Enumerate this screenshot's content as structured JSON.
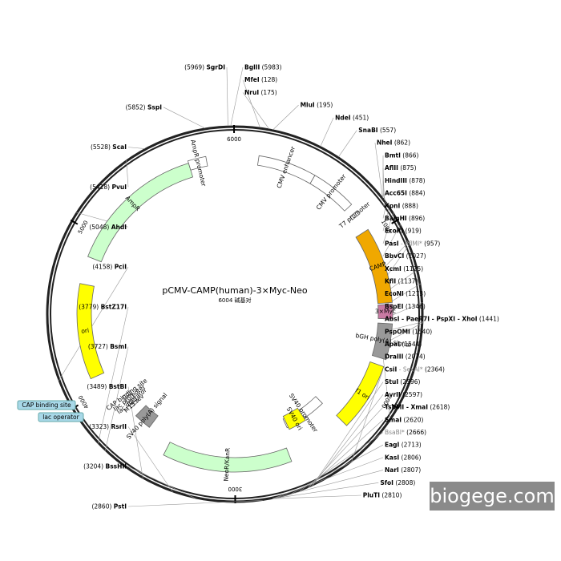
{
  "plasmid": {
    "name": "pCMV-CAMP(human)-3×Myc-Neo",
    "size_label": "6004 碱基对",
    "length": 6004
  },
  "ticks": [
    "1000",
    "2000",
    "3000",
    "4000",
    "5000",
    "6000"
  ],
  "features": [
    {
      "name": "CMV enhancer",
      "start": 145,
      "end": 500,
      "color": "#ffffff"
    },
    {
      "name": "CMV promoter",
      "start": 500,
      "end": 780,
      "color": "#ffffff"
    },
    {
      "name": "T7 promoter",
      "start": 830,
      "end": 855,
      "color": "#ffffff"
    },
    {
      "name": "CAMP",
      "start": 960,
      "end": 1430,
      "color": "#f0a800"
    },
    {
      "name": "3×Myc",
      "start": 1440,
      "end": 1530,
      "color": "#c97aa3"
    },
    {
      "name": "bGH poly(A) signal",
      "start": 1560,
      "end": 1780,
      "color": "#999999"
    },
    {
      "name": "f1 ori",
      "start": 1825,
      "end": 2250,
      "color": "#ffff00"
    },
    {
      "name": "SV40 promoter",
      "start": 2260,
      "end": 2590,
      "color": "#ffffff"
    },
    {
      "name": "SV40 ori",
      "start": 2440,
      "end": 2580,
      "color": "#ffff00"
    },
    {
      "name": "NeoR/KanR",
      "start": 2650,
      "end": 3450,
      "color": "#ccffcc"
    },
    {
      "name": "SV40 poly(A) signal",
      "start": 3620,
      "end": 3740,
      "color": "#999999"
    },
    {
      "name": "lac operator",
      "start": 3820,
      "end": 3842,
      "color": "#ffffff"
    },
    {
      "name": "lac promoter",
      "start": 3845,
      "end": 3875,
      "color": "#ffffff"
    },
    {
      "name": "M13 rev",
      "start": 3800,
      "end": 3817,
      "color": "#ffffff"
    },
    {
      "name": "CAP binding site",
      "start": 3880,
      "end": 3900,
      "color": "#ffffff"
    },
    {
      "name": "ori",
      "start": 4100,
      "end": 4690,
      "color": "#ffff00"
    },
    {
      "name": "AmpR",
      "start": 4860,
      "end": 5720,
      "color": "#ccffcc"
    },
    {
      "name": "AmpR promoter",
      "start": 5720,
      "end": 5830,
      "color": "#ffffff"
    }
  ],
  "sites": [
    {
      "name": "BglII",
      "pos": "(5983)",
      "bp": 5983,
      "side": "R"
    },
    {
      "name": "MfeI",
      "pos": "(128)",
      "bp": 128,
      "side": "R"
    },
    {
      "name": "NruI",
      "pos": "(175)",
      "bp": 175,
      "side": "R"
    },
    {
      "name": "MluI",
      "pos": "(195)",
      "bp": 195,
      "side": "R"
    },
    {
      "name": "NdeI",
      "pos": "(451)",
      "bp": 451,
      "side": "R"
    },
    {
      "name": "SnaBI",
      "pos": "(557)",
      "bp": 557,
      "side": "R"
    },
    {
      "name": "NheI",
      "pos": "(862)",
      "bp": 862,
      "side": "R"
    },
    {
      "name": "BmtI",
      "pos": "(866)",
      "bp": 866,
      "side": "R"
    },
    {
      "name": "AflII",
      "pos": "(875)",
      "bp": 875,
      "side": "R"
    },
    {
      "name": "HindIII",
      "pos": "(878)",
      "bp": 878,
      "side": "R"
    },
    {
      "name": "Acc65I",
      "pos": "(884)",
      "bp": 884,
      "side": "R"
    },
    {
      "name": "KpnI",
      "pos": "(888)",
      "bp": 888,
      "side": "R"
    },
    {
      "name": "BamHI",
      "pos": "(896)",
      "bp": 896,
      "side": "R"
    },
    {
      "name": "EcoRI",
      "pos": "(919)",
      "bp": 919,
      "side": "R"
    },
    {
      "name": "PasI",
      "extra": " - PflMI*",
      "pos": "(957)",
      "bp": 957,
      "side": "R"
    },
    {
      "name": "BbvCI",
      "pos": "(1027)",
      "bp": 1027,
      "side": "R"
    },
    {
      "name": "XcmI",
      "pos": "(1125)",
      "bp": 1125,
      "side": "R"
    },
    {
      "name": "KflI",
      "pos": "(1137)",
      "bp": 1137,
      "side": "R"
    },
    {
      "name": "EcoNI",
      "pos": "(1273)",
      "bp": 1273,
      "side": "R"
    },
    {
      "name": "BspEI",
      "pos": "(1346)",
      "bp": 1346,
      "side": "R"
    },
    {
      "name": "AbsI - PaeR7I - PspXI - XhoI",
      "pos": "(1441)",
      "bp": 1441,
      "side": "R"
    },
    {
      "name": "PspOMI",
      "pos": "(1540)",
      "bp": 1540,
      "side": "R"
    },
    {
      "name": "ApaI",
      "pos": "(1544)",
      "bp": 1544,
      "side": "R"
    },
    {
      "name": "DraIII",
      "pos": "(2074)",
      "bp": 2074,
      "side": "R"
    },
    {
      "name": "CsiI",
      "extra": " - SexAI*",
      "pos": "(2364)",
      "bp": 2364,
      "side": "R"
    },
    {
      "name": "StuI",
      "pos": "(2596)",
      "bp": 2596,
      "side": "R"
    },
    {
      "name": "AvrII",
      "pos": "(2597)",
      "bp": 2597,
      "side": "R"
    },
    {
      "name": "TspMI - XmaI",
      "pos": "(2618)",
      "bp": 2618,
      "side": "R"
    },
    {
      "name": "SmaI",
      "pos": "(2620)",
      "bp": 2620,
      "side": "R"
    },
    {
      "name": "",
      "extra": "BsaBI*",
      "pos": "(2666)",
      "bp": 2666,
      "side": "R"
    },
    {
      "name": "EagI",
      "pos": "(2713)",
      "bp": 2713,
      "side": "R"
    },
    {
      "name": "KasI",
      "pos": "(2806)",
      "bp": 2806,
      "side": "R"
    },
    {
      "name": "NarI",
      "pos": "(2807)",
      "bp": 2807,
      "side": "R"
    },
    {
      "name": "SfoI",
      "pos": "(2808)",
      "bp": 2808,
      "side": "R"
    },
    {
      "name": "PluTI",
      "pos": "(2810)",
      "bp": 2810,
      "side": "R"
    },
    {
      "name": "PstI",
      "pos": "(2860)",
      "bp": 2860,
      "side": "L"
    },
    {
      "name": "BssHII",
      "pos": "(3204)",
      "bp": 3204,
      "side": "L"
    },
    {
      "name": "RsrII",
      "pos": "(3323)",
      "bp": 3323,
      "side": "L"
    },
    {
      "name": "BstBI",
      "pos": "(3489)",
      "bp": 3489,
      "side": "L"
    },
    {
      "name": "BsmI",
      "pos": "(3727)",
      "bp": 3727,
      "side": "L"
    },
    {
      "name": "BstZ17I",
      "pos": "(3779)",
      "bp": 3779,
      "side": "L"
    },
    {
      "name": "PciI",
      "pos": "(4158)",
      "bp": 4158,
      "side": "L"
    },
    {
      "name": "AhdI",
      "pos": "(5048)",
      "bp": 5048,
      "side": "L"
    },
    {
      "name": "PvuI",
      "pos": "(5418)",
      "bp": 5418,
      "side": "L"
    },
    {
      "name": "ScaI",
      "pos": "(5528)",
      "bp": 5528,
      "side": "L"
    },
    {
      "name": "SspI",
      "pos": "(5852)",
      "bp": 5852,
      "side": "L"
    },
    {
      "name": "SgrDI",
      "pos": "(5969)",
      "bp": 5969,
      "side": "L"
    }
  ],
  "callouts": [
    {
      "text": "CAP binding site",
      "color": "#a8d8e8"
    },
    {
      "text": "lac operator",
      "color": "#a8d8e8"
    }
  ],
  "watermark": "biogege.com"
}
